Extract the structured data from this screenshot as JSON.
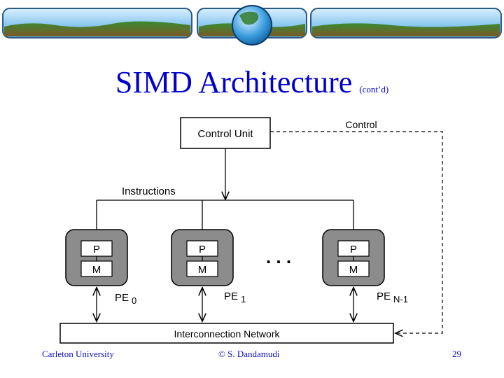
{
  "slide": {
    "title": "SIMD Architecture",
    "title_suffix": "(cont’d)"
  },
  "diagram": {
    "control_unit": "Control Unit",
    "control_label": "Control",
    "instructions_label": "Instructions",
    "processor_label": "P",
    "memory_label": "M",
    "ellipsis": ". . .",
    "pe_labels": [
      {
        "name": "PE",
        "sub": "0"
      },
      {
        "name": "PE",
        "sub": "1"
      },
      {
        "name": "PE",
        "sub": "N-1"
      }
    ],
    "interconnection_network": "Interconnection Network"
  },
  "footer": {
    "left": "Carleton University",
    "center": "© S. Dandamudi",
    "page_number": "29"
  },
  "colors": {
    "title": "#0000cc",
    "footer": "#1010c0",
    "pe_fill": "#8c8c8c",
    "banner_sky": "#4fa8e0",
    "banner_land": "#2f7a2a"
  }
}
